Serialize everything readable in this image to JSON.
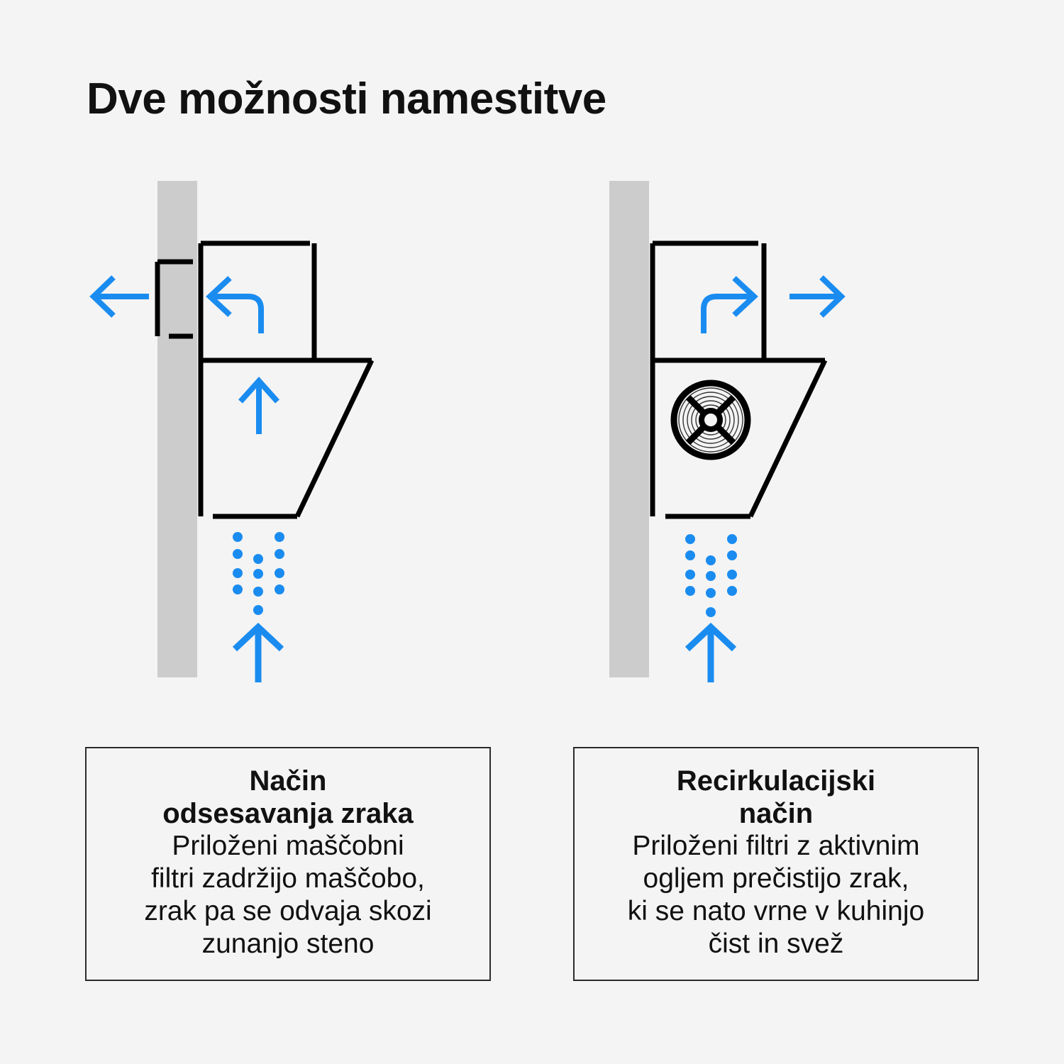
{
  "page": {
    "title": "Dve možnosti namestitve",
    "background_color": "#f4f4f4",
    "line_color": "#000000",
    "wall_color": "#cccccc",
    "accent_color": "#1a8cf0",
    "border_color": "#2b2b2b"
  },
  "diagrams": {
    "left": {
      "name": "extraction-mode-diagram",
      "wall_label": "exterior-wall",
      "duct_label": "wall-duct",
      "arrows": [
        {
          "name": "outdoor-exhaust-arrow",
          "direction": "left",
          "color": "#1a8cf0"
        },
        {
          "name": "chimney-turn-arrow",
          "direction": "up-then-left",
          "color": "#1a8cf0"
        },
        {
          "name": "hood-intake-arrow",
          "direction": "up",
          "color": "#1a8cf0"
        },
        {
          "name": "cooking-vapour-arrow",
          "direction": "up",
          "color": "#1a8cf0"
        }
      ],
      "particles": {
        "name": "grease-particles",
        "color": "#1a8cf0",
        "count": 13
      }
    },
    "right": {
      "name": "recirculation-mode-diagram",
      "wall_label": "exterior-wall",
      "fan_label": "carbon-filter-fan",
      "arrows": [
        {
          "name": "chimney-turn-arrow",
          "direction": "up-then-right",
          "color": "#1a8cf0"
        },
        {
          "name": "kitchen-return-arrow",
          "direction": "right",
          "color": "#1a8cf0"
        },
        {
          "name": "cooking-vapour-arrow",
          "direction": "up",
          "color": "#1a8cf0"
        }
      ],
      "particles": {
        "name": "grease-particles",
        "color": "#1a8cf0",
        "count": 13
      }
    }
  },
  "captions": {
    "left": {
      "heading": "Način\nodsesavanja zraka",
      "body": "Priloženi maščobni\nfiltri zadržijo maščobo,\nzrak pa se odvaja skozi\nzunanjo steno"
    },
    "right": {
      "heading": "Recirkulacijski\nnačin",
      "body": "Priloženi filtri z aktivnim\nogljem prečistijo zrak,\nki se nato vrne v kuhinjo\nčist in svež"
    }
  }
}
